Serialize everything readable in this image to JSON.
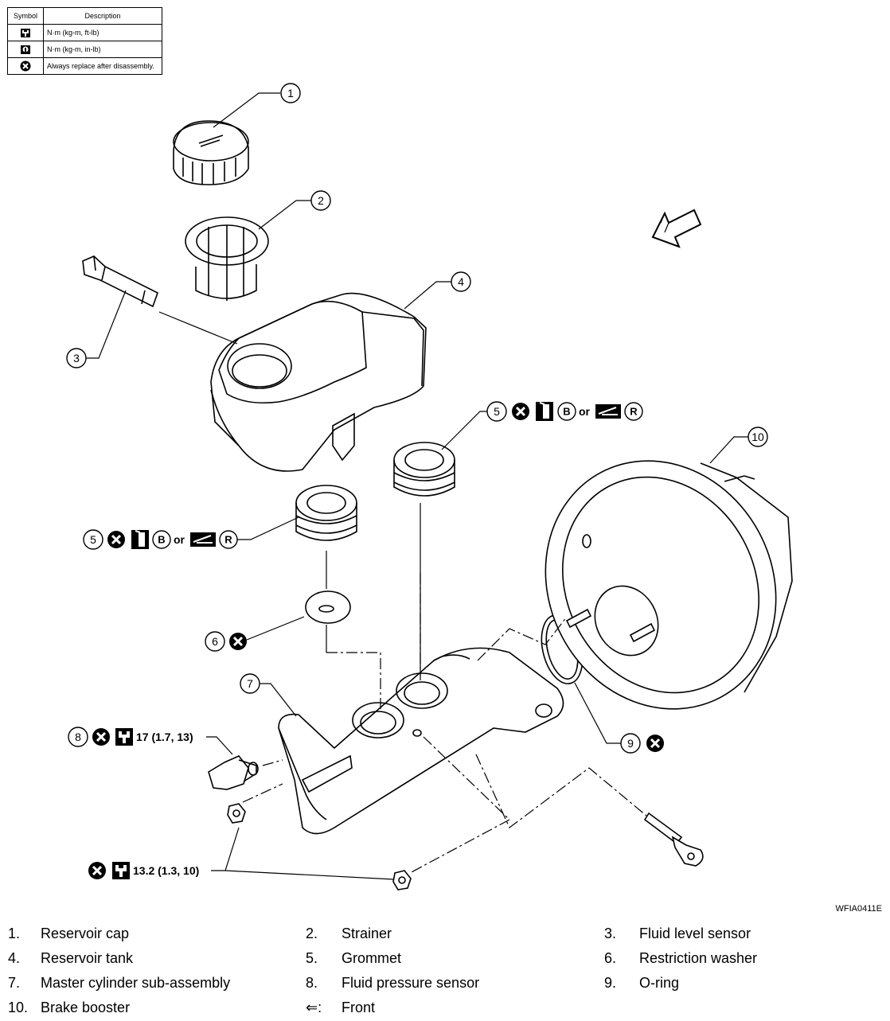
{
  "legend": {
    "header_symbol": "Symbol",
    "header_description": "Description",
    "rows": [
      {
        "icon": "torque-wrench-icon",
        "description": "N·m (kg-m, ft-lb)"
      },
      {
        "icon": "torque-wrench-small-icon",
        "description": "N·m (kg-m, in-lb)"
      },
      {
        "icon": "replace-x-icon",
        "description": "Always replace after disassembly."
      }
    ]
  },
  "callouts": {
    "c1": "1",
    "c2": "2",
    "c3": "3",
    "c4": "4",
    "c5a": "5",
    "c5b": "5",
    "c6": "6",
    "c7": "7",
    "c8": "8",
    "c9": "9",
    "c10": "10"
  },
  "specs": {
    "grommet_or": "or",
    "grommet_b": "B",
    "grommet_r": "R",
    "sensor_torque": "17 (1.7, 13)",
    "nut_torque": "13.2 (1.3, 10)"
  },
  "figure_id": "WFIA0411E",
  "parts": [
    {
      "num": "1.",
      "name": "Reservoir cap"
    },
    {
      "num": "2.",
      "name": "Strainer"
    },
    {
      "num": "3.",
      "name": "Fluid level sensor"
    },
    {
      "num": "4.",
      "name": "Reservoir tank"
    },
    {
      "num": "5.",
      "name": "Grommet"
    },
    {
      "num": "6.",
      "name": "Restriction washer"
    },
    {
      "num": "7.",
      "name": "Master cylinder sub-assembly"
    },
    {
      "num": "8.",
      "name": "Fluid pressure sensor"
    },
    {
      "num": "9.",
      "name": "O-ring"
    },
    {
      "num": "10.",
      "name": "Brake booster"
    },
    {
      "num": "⇐:",
      "name": "Front"
    }
  ],
  "colors": {
    "ink": "#000000",
    "paper": "#ffffff"
  }
}
